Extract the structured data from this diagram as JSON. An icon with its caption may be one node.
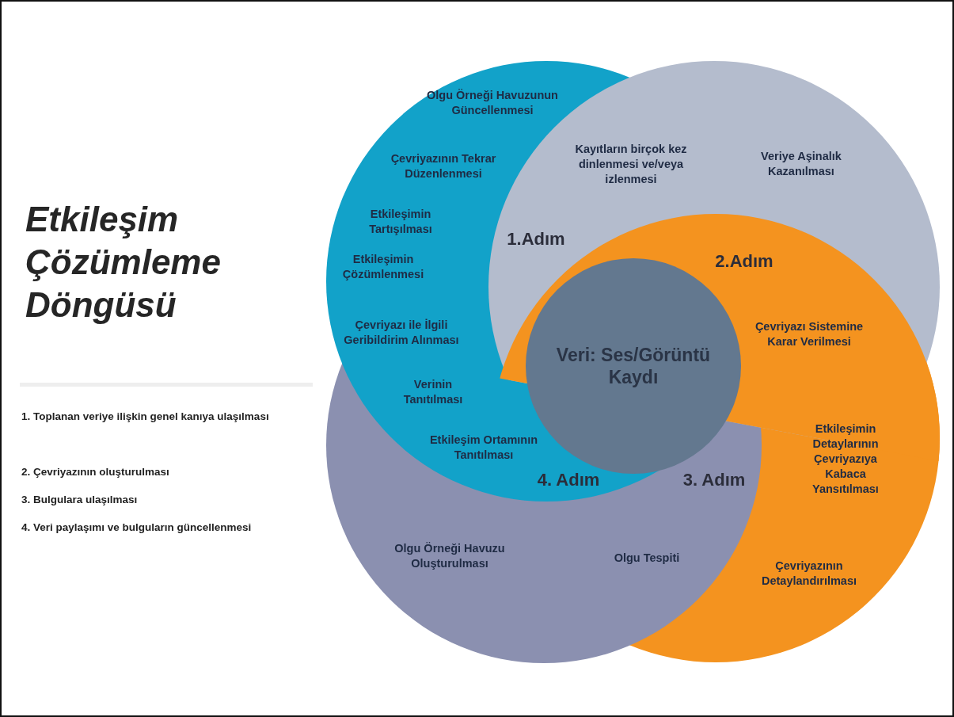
{
  "diagram": {
    "title": "Etkileşim Çözümleme Döngüsü",
    "nodes": [
      {
        "text": [
          "Olgu Örneği Havuzunun Güncellenmesi",
          "Çevriyazının Tekrar Düzenlenmesi",
          "Etkileşimin Tartışılması",
          "Etkileşimin Çözümlenmesi",
          "Çevriyazı ile İlgili Geribildirim Alınması",
          "Verinin Tanıtılması",
          "Etkileşim Ortamının Tanıtılması",
          "4. Adım"
        ]
      },
      {
        "text": [
          "Kayıtların birçok kez dinlenmesi ve/veya izlenmesi",
          "Veriye Aşinalık Kazanılması",
          "1.Adım"
        ]
      },
      {
        "text": [
          "2.Adım",
          "Çevriyazı Sistemine Karar Verilmesi",
          "Etkileşimin Detaylarının Çevriyazıya Kabaca Yansıtılması",
          "Çevriyazının Detaylandırılması"
        ]
      },
      {
        "text": [
          "3. Adım",
          "Olgu Örneği Havuzu Oluşturulması",
          "Olgu Tespiti"
        ]
      },
      {
        "text": [
          "Veri: Ses/Görüntü Kaydı"
        ]
      }
    ],
    "labels": [
      "1. Toplanan veriye ilişkin genel kanıya ulaşılması",
      "2. Çevriyazının oluşturulması",
      "3. Bulgulara ulaşılması",
      "4. Veri paylaşımı ve bulguların güncellenmesi"
    ]
  }
}
